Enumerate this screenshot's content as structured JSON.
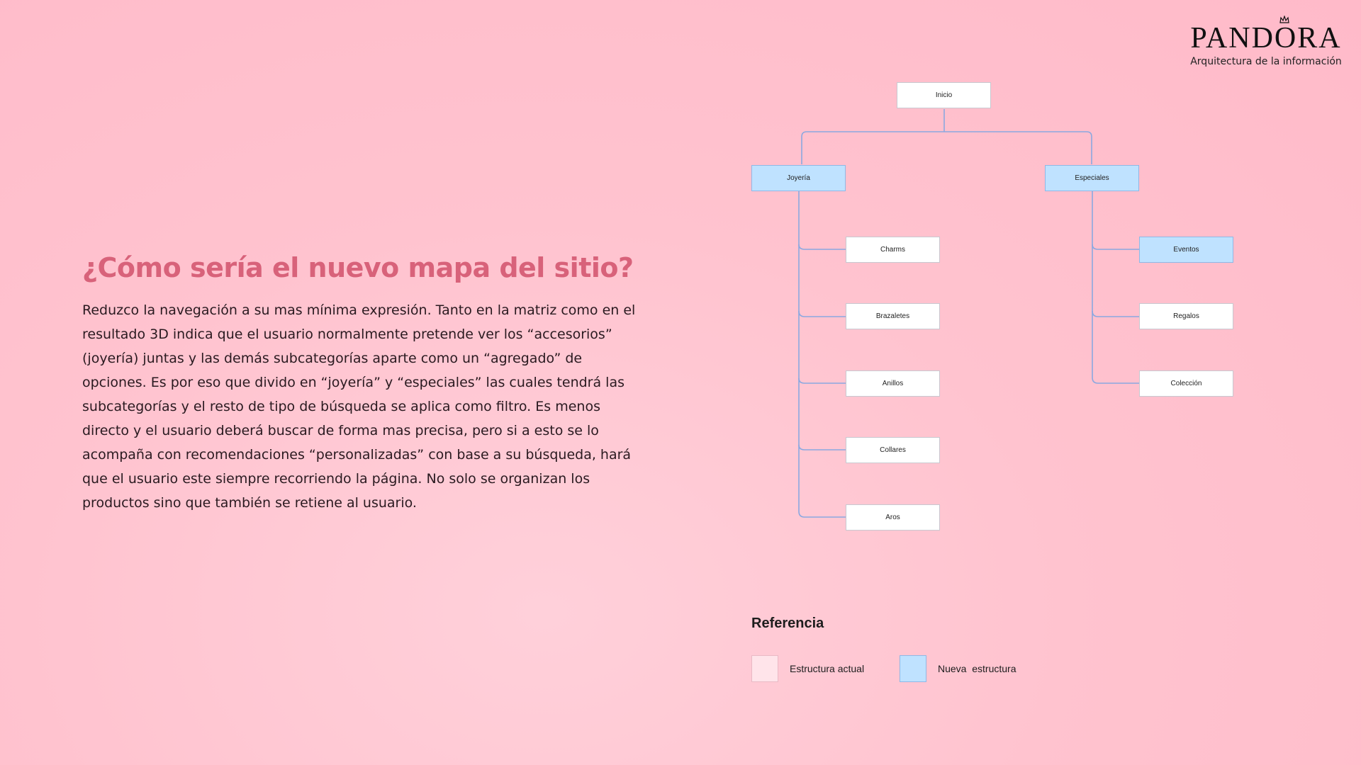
{
  "brand": {
    "name": "PANDORA",
    "subtitle": "Arquitectura de la información"
  },
  "content": {
    "heading": "¿Cómo sería el nuevo mapa del sitio?",
    "body": "Reduzco la navegación a su mas mínima expresión. Tanto en la matriz como en el resultado 3D indica que el usuario normalmente pretende ver los “accesorios” (joyería) juntas y las demás subcategorías aparte como un “agregado” de opciones. Es por eso que divido en “joyería” y “especiales” las cuales tendrá las subcategorías y el resto de tipo de búsqueda se aplica como filtro. Es menos directo y el usuario deberá buscar de forma mas precisa, pero si a esto se lo acompaña con recomendaciones “personalizadas” con base a su búsqueda, hará que el usuario este siempre recorriendo la página. No solo se organizan los productos sino que también se retiene al usuario."
  },
  "sitemap": {
    "root": "Inicio",
    "branches": [
      {
        "label": "Joyería",
        "status": "new",
        "children": [
          {
            "label": "Charms",
            "status": "current"
          },
          {
            "label": "Brazaletes",
            "status": "current"
          },
          {
            "label": "Anillos",
            "status": "current"
          },
          {
            "label": "Collares",
            "status": "current"
          },
          {
            "label": "Aros",
            "status": "current"
          }
        ]
      },
      {
        "label": "Especiales",
        "status": "new",
        "children": [
          {
            "label": "Eventos",
            "status": "new"
          },
          {
            "label": "Regalos",
            "status": "current"
          },
          {
            "label": "Colección",
            "status": "current"
          }
        ]
      }
    ]
  },
  "legend": {
    "title": "Referencia",
    "items": [
      {
        "label": "Estructura actual",
        "swatch_color": "#ffe4ea"
      },
      {
        "label": "Nueva  estructura",
        "swatch_color": "#bfe2ff"
      }
    ]
  },
  "colors": {
    "heading": "#d8627a",
    "connector": "#8aa8e0",
    "new_structure": "#bfe2ff",
    "current_structure": "#ffffff"
  }
}
